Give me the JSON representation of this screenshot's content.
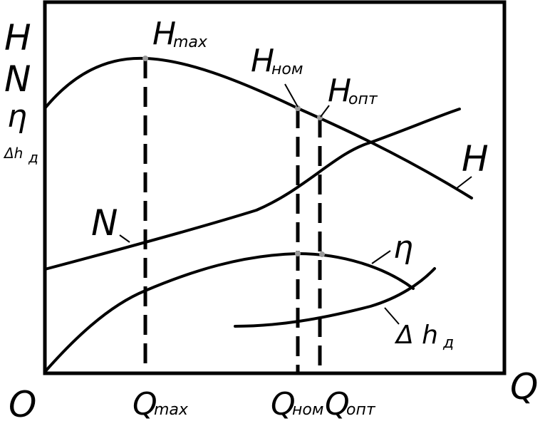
{
  "axis_labels": {
    "y_h": "H",
    "y_n": "N",
    "y_eta": "η",
    "y_dh": "Δh",
    "y_dh_sub": "д",
    "x_q": "Q",
    "origin": "O"
  },
  "x_ticks": {
    "qmax": "Q",
    "qmax_sub": "max",
    "qnom": "Q",
    "qnom_sub": "ном",
    "qopt": "Q",
    "qopt_sub": "опт"
  },
  "point_labels": {
    "hmax": "H",
    "hmax_sub": "max",
    "hnom": "H",
    "hnom_sub": "ном",
    "hopt": "H",
    "hopt_sub": "опт"
  },
  "curve_labels": {
    "h": "H",
    "n": "N",
    "eta": "η",
    "dh": "Δ h",
    "dh_sub": "д"
  }
}
